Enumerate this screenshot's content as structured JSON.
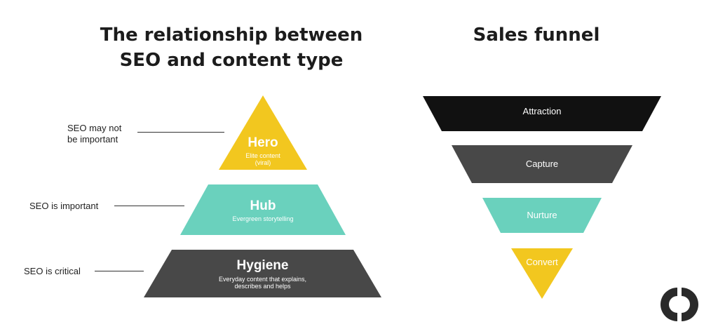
{
  "pyramid": {
    "title_line1": "The relationship between",
    "title_line2": "SEO and content type",
    "levels": [
      {
        "name": "Hero",
        "description_line1": "Elite content",
        "description_line2": "(viral)",
        "seo_note_line1": "SEO may not",
        "seo_note_line2": "be important",
        "color": "#f2c71f"
      },
      {
        "name": "Hub",
        "description_line1": "Evergreen storytelling",
        "seo_note_line1": "SEO is important",
        "color": "#6ad1bd"
      },
      {
        "name": "Hygiene",
        "description_line1": "Everyday content that explains,",
        "description_line2": "describes and helps",
        "seo_note_line1": "SEO is critical",
        "color": "#484848"
      }
    ]
  },
  "funnel": {
    "title": "Sales funnel",
    "stages": [
      {
        "label": "Attraction",
        "color": "#111111"
      },
      {
        "label": "Capture",
        "color": "#484848"
      },
      {
        "label": "Nurture",
        "color": "#6ad1bd"
      },
      {
        "label": "Convert",
        "color": "#f2c71f"
      }
    ]
  },
  "logo": {
    "icon": "brand-ring-logo",
    "color": "#2a2a2a"
  }
}
